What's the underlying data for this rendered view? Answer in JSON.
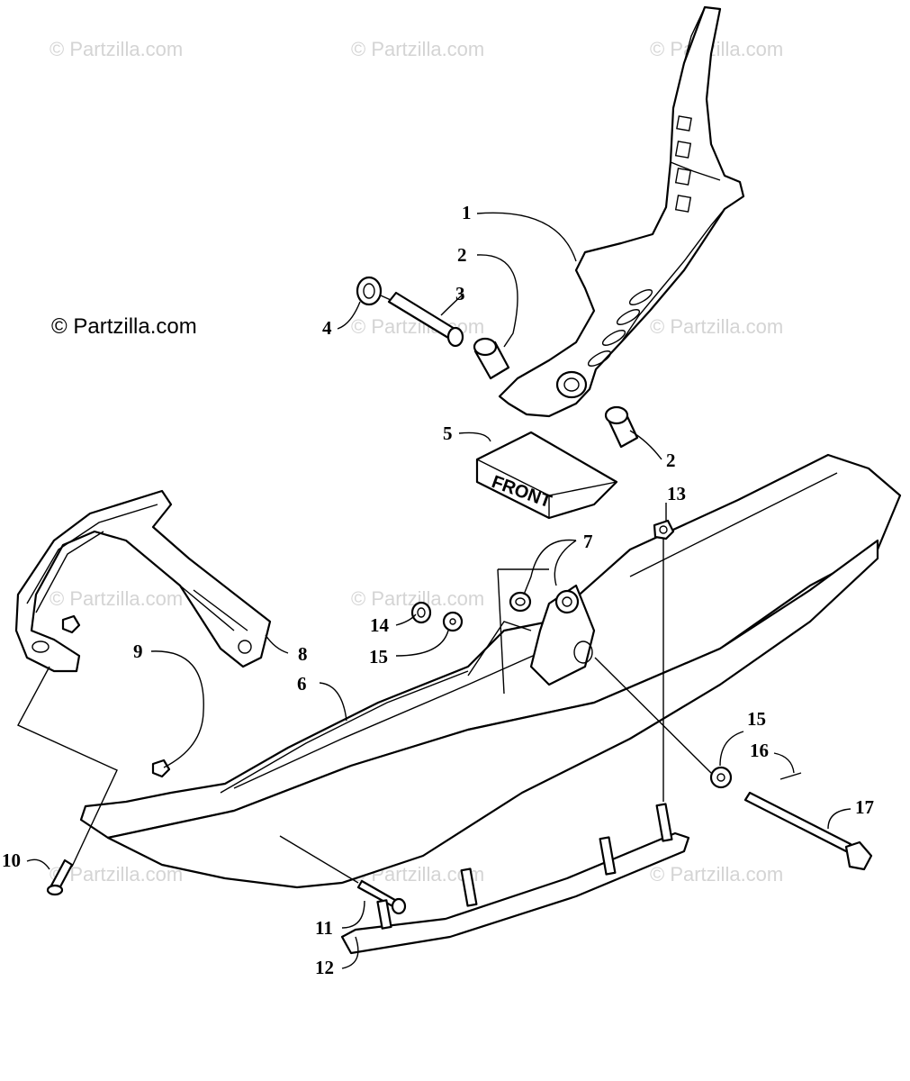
{
  "watermark": "© Partzilla.com",
  "main_watermark": "© Partzilla.com",
  "front_label": "FRONT",
  "callouts": [
    {
      "label": "1"
    },
    {
      "label": "2"
    },
    {
      "label": "3"
    },
    {
      "label": "4"
    },
    {
      "label": "2"
    },
    {
      "label": "5"
    },
    {
      "label": "13"
    },
    {
      "label": "7"
    },
    {
      "label": "14"
    },
    {
      "label": "15"
    },
    {
      "label": "9"
    },
    {
      "label": "8"
    },
    {
      "label": "6"
    },
    {
      "label": "15"
    },
    {
      "label": "16"
    },
    {
      "label": "17"
    },
    {
      "label": "10"
    },
    {
      "label": "11"
    },
    {
      "label": "12"
    }
  ]
}
